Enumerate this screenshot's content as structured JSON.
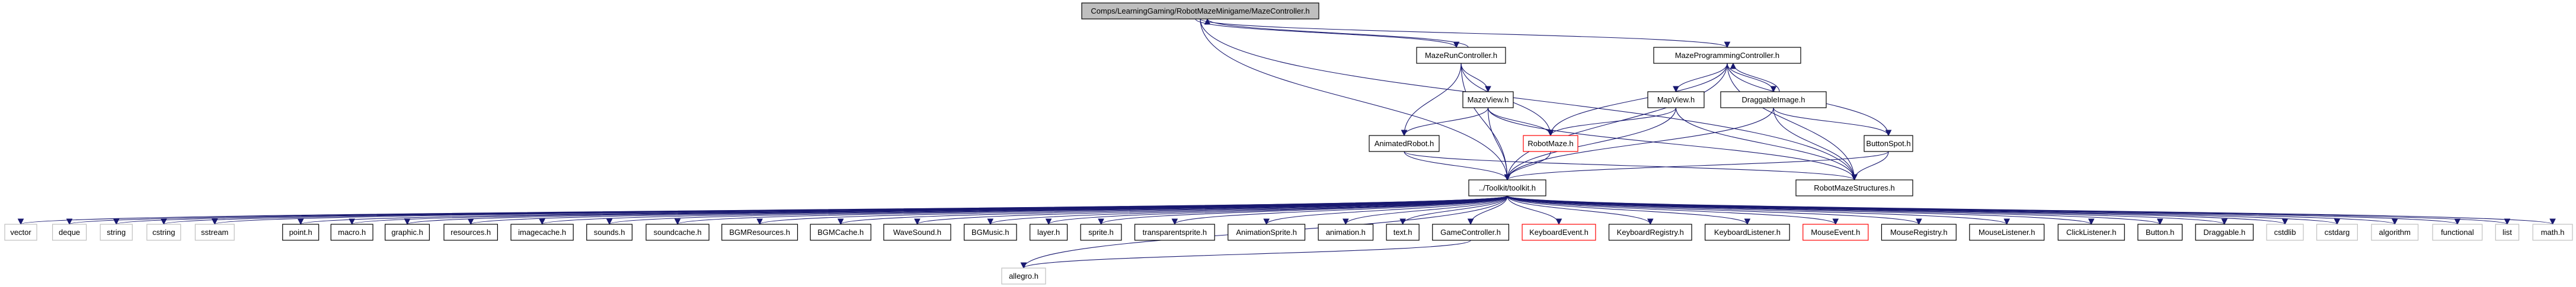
{
  "title": "Include dependency graph for MazeController.h",
  "colors": {
    "edge": "#191970",
    "root_fill": "#bfbfbf",
    "node_border": "#000000",
    "incomplete_border": "#ff0000",
    "external_border": "#bfbfbf"
  },
  "nodes": [
    {
      "id": "root",
      "label": "Comps/LearningGaming/RobotMazeMinigame/MazeController.h",
      "kind": "root"
    },
    {
      "id": "mrc",
      "label": "MazeRunController.h",
      "kind": "normal"
    },
    {
      "id": "mpc",
      "label": "MazeProgrammingController.h",
      "kind": "normal"
    },
    {
      "id": "mazeview",
      "label": "MazeView.h",
      "kind": "normal"
    },
    {
      "id": "mapview",
      "label": "MapView.h",
      "kind": "normal"
    },
    {
      "id": "dragimg",
      "label": "DraggableImage.h",
      "kind": "normal"
    },
    {
      "id": "animrobot",
      "label": "AnimatedRobot.h",
      "kind": "normal"
    },
    {
      "id": "robotmaze",
      "label": "RobotMaze.h",
      "kind": "red"
    },
    {
      "id": "buttonspot",
      "label": "ButtonSpot.h",
      "kind": "normal"
    },
    {
      "id": "toolkit",
      "label": "../Toolkit/toolkit.h",
      "kind": "normal"
    },
    {
      "id": "rms",
      "label": "RobotMazeStructures.h",
      "kind": "normal"
    },
    {
      "id": "vector",
      "label": "vector",
      "kind": "ext"
    },
    {
      "id": "deque",
      "label": "deque",
      "kind": "ext"
    },
    {
      "id": "string",
      "label": "string",
      "kind": "ext"
    },
    {
      "id": "cstring",
      "label": "cstring",
      "kind": "ext"
    },
    {
      "id": "sstream",
      "label": "sstream",
      "kind": "ext"
    },
    {
      "id": "point",
      "label": "point.h",
      "kind": "normal"
    },
    {
      "id": "macro",
      "label": "macro.h",
      "kind": "normal"
    },
    {
      "id": "graphic",
      "label": "graphic.h",
      "kind": "normal"
    },
    {
      "id": "resources",
      "label": "resources.h",
      "kind": "normal"
    },
    {
      "id": "imagecache",
      "label": "imagecache.h",
      "kind": "normal"
    },
    {
      "id": "sounds",
      "label": "sounds.h",
      "kind": "normal"
    },
    {
      "id": "soundcache",
      "label": "soundcache.h",
      "kind": "normal"
    },
    {
      "id": "bgmres",
      "label": "BGMResources.h",
      "kind": "normal"
    },
    {
      "id": "bgmcache",
      "label": "BGMCache.h",
      "kind": "normal"
    },
    {
      "id": "wavesound",
      "label": "WaveSound.h",
      "kind": "normal"
    },
    {
      "id": "bgmusic",
      "label": "BGMusic.h",
      "kind": "normal"
    },
    {
      "id": "layer",
      "label": "layer.h",
      "kind": "normal"
    },
    {
      "id": "sprite",
      "label": "sprite.h",
      "kind": "normal"
    },
    {
      "id": "tsprite",
      "label": "transparentsprite.h",
      "kind": "normal"
    },
    {
      "id": "animsprite",
      "label": "AnimationSprite.h",
      "kind": "normal"
    },
    {
      "id": "animation",
      "label": "animation.h",
      "kind": "normal"
    },
    {
      "id": "text",
      "label": "text.h",
      "kind": "normal"
    },
    {
      "id": "gamectrl",
      "label": "GameController.h",
      "kind": "normal"
    },
    {
      "id": "kbevent",
      "label": "KeyboardEvent.h",
      "kind": "red"
    },
    {
      "id": "kbreg",
      "label": "KeyboardRegistry.h",
      "kind": "normal"
    },
    {
      "id": "kblist",
      "label": "KeyboardListener.h",
      "kind": "normal"
    },
    {
      "id": "mouseevent",
      "label": "MouseEvent.h",
      "kind": "red"
    },
    {
      "id": "mousereg",
      "label": "MouseRegistry.h",
      "kind": "normal"
    },
    {
      "id": "mouselist",
      "label": "MouseListener.h",
      "kind": "normal"
    },
    {
      "id": "clicklist",
      "label": "ClickListener.h",
      "kind": "normal"
    },
    {
      "id": "button",
      "label": "Button.h",
      "kind": "normal"
    },
    {
      "id": "draggable",
      "label": "Draggable.h",
      "kind": "normal"
    },
    {
      "id": "cstdlib",
      "label": "cstdlib",
      "kind": "ext"
    },
    {
      "id": "cstdarg",
      "label": "cstdarg",
      "kind": "ext"
    },
    {
      "id": "algorithm",
      "label": "algorithm",
      "kind": "ext"
    },
    {
      "id": "functional",
      "label": "functional",
      "kind": "ext"
    },
    {
      "id": "list",
      "label": "list",
      "kind": "ext"
    },
    {
      "id": "math",
      "label": "math.h",
      "kind": "ext"
    },
    {
      "id": "allegro",
      "label": "allegro.h",
      "kind": "ext"
    }
  ],
  "edges": [
    [
      "root",
      "mrc"
    ],
    [
      "mrc",
      "root"
    ],
    [
      "root",
      "mpc"
    ],
    [
      "root",
      "toolkit"
    ],
    [
      "root",
      "rms"
    ],
    [
      "mrc",
      "mazeview"
    ],
    [
      "mrc",
      "animrobot"
    ],
    [
      "mrc",
      "robotmaze"
    ],
    [
      "mrc",
      "toolkit"
    ],
    [
      "mpc",
      "mapview"
    ],
    [
      "mpc",
      "dragimg"
    ],
    [
      "mpc",
      "robotmaze"
    ],
    [
      "mpc",
      "toolkit"
    ],
    [
      "mpc",
      "buttonspot"
    ],
    [
      "mpc",
      "rms"
    ],
    [
      "dragimg",
      "mpc"
    ],
    [
      "mazeview",
      "animrobot"
    ],
    [
      "mazeview",
      "robotmaze"
    ],
    [
      "mazeview",
      "toolkit"
    ],
    [
      "mazeview",
      "rms"
    ],
    [
      "mapview",
      "robotmaze"
    ],
    [
      "mapview",
      "toolkit"
    ],
    [
      "mapview",
      "rms"
    ],
    [
      "dragimg",
      "toolkit"
    ],
    [
      "dragimg",
      "buttonspot"
    ],
    [
      "dragimg",
      "rms"
    ],
    [
      "animrobot",
      "toolkit"
    ],
    [
      "animrobot",
      "rms"
    ],
    [
      "robotmaze",
      "toolkit"
    ],
    [
      "buttonspot",
      "toolkit"
    ],
    [
      "buttonspot",
      "rms"
    ],
    [
      "toolkit",
      "vector"
    ],
    [
      "toolkit",
      "deque"
    ],
    [
      "toolkit",
      "string"
    ],
    [
      "toolkit",
      "cstring"
    ],
    [
      "toolkit",
      "sstream"
    ],
    [
      "toolkit",
      "point"
    ],
    [
      "toolkit",
      "macro"
    ],
    [
      "toolkit",
      "graphic"
    ],
    [
      "toolkit",
      "resources"
    ],
    [
      "toolkit",
      "imagecache"
    ],
    [
      "toolkit",
      "sounds"
    ],
    [
      "toolkit",
      "soundcache"
    ],
    [
      "toolkit",
      "bgmres"
    ],
    [
      "toolkit",
      "bgmcache"
    ],
    [
      "toolkit",
      "wavesound"
    ],
    [
      "toolkit",
      "bgmusic"
    ],
    [
      "toolkit",
      "layer"
    ],
    [
      "toolkit",
      "sprite"
    ],
    [
      "toolkit",
      "tsprite"
    ],
    [
      "toolkit",
      "animsprite"
    ],
    [
      "toolkit",
      "animation"
    ],
    [
      "toolkit",
      "text"
    ],
    [
      "toolkit",
      "gamectrl"
    ],
    [
      "toolkit",
      "kbevent"
    ],
    [
      "toolkit",
      "kbreg"
    ],
    [
      "toolkit",
      "kblist"
    ],
    [
      "toolkit",
      "mouseevent"
    ],
    [
      "toolkit",
      "mousereg"
    ],
    [
      "toolkit",
      "mouselist"
    ],
    [
      "toolkit",
      "clicklist"
    ],
    [
      "toolkit",
      "button"
    ],
    [
      "toolkit",
      "draggable"
    ],
    [
      "toolkit",
      "cstdlib"
    ],
    [
      "toolkit",
      "cstdarg"
    ],
    [
      "toolkit",
      "algorithm"
    ],
    [
      "toolkit",
      "functional"
    ],
    [
      "toolkit",
      "list"
    ],
    [
      "toolkit",
      "math"
    ],
    [
      "toolkit",
      "allegro"
    ],
    [
      "gamectrl",
      "allegro"
    ]
  ]
}
